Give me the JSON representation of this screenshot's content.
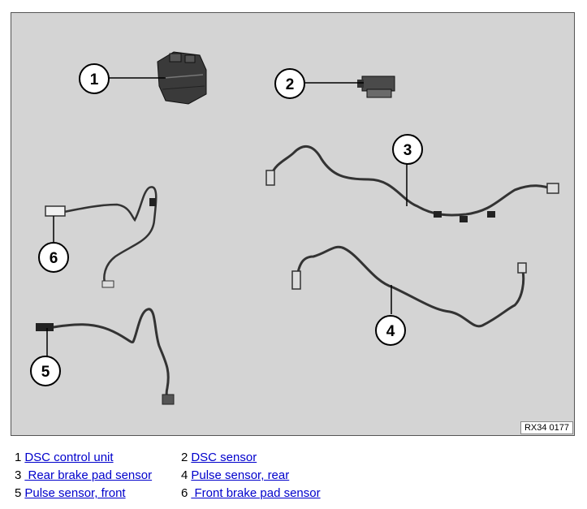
{
  "figure": {
    "ref_code": "RX34 0177",
    "callouts": [
      "1",
      "2",
      "3",
      "4",
      "5",
      "6"
    ]
  },
  "legend": [
    {
      "num": "1",
      "label": "DSC control unit"
    },
    {
      "num": "2",
      "label": "DSC sensor"
    },
    {
      "num": "3",
      "label": " Rear brake pad sensor"
    },
    {
      "num": "4",
      "label": "Pulse sensor, rear"
    },
    {
      "num": "5",
      "label": "Pulse sensor, front"
    },
    {
      "num": "6",
      "label": " Front brake pad sensor"
    }
  ]
}
